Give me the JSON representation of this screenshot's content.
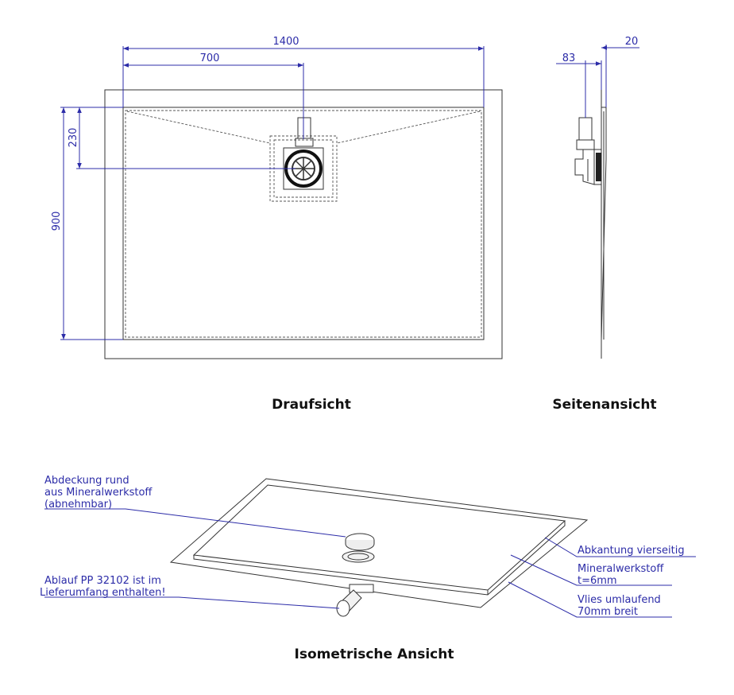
{
  "dimensions": {
    "width_total": "1400",
    "width_half": "700",
    "height_total": "900",
    "drain_offset": "230",
    "side_depth": "83",
    "side_thickness": "20"
  },
  "titles": {
    "top_view": "Draufsicht",
    "side_view": "Seitenansicht",
    "iso_view": "Isometrische Ansicht"
  },
  "notes": {
    "cover": [
      "Abdeckung rund",
      "aus Mineralwerkstoff",
      "(abnehmbar)"
    ],
    "drain": [
      "Ablauf PP 32102 ist im",
      "Lieferumfang enthalten!"
    ],
    "edge": [
      "Abkantung vierseitig"
    ],
    "material": [
      "Mineralwerkstoff",
      "t=6mm"
    ],
    "fleece": [
      "Vlies umlaufend",
      "70mm breit"
    ]
  },
  "colors": {
    "dimension": "#2c2ca8",
    "outline": "#333333"
  }
}
